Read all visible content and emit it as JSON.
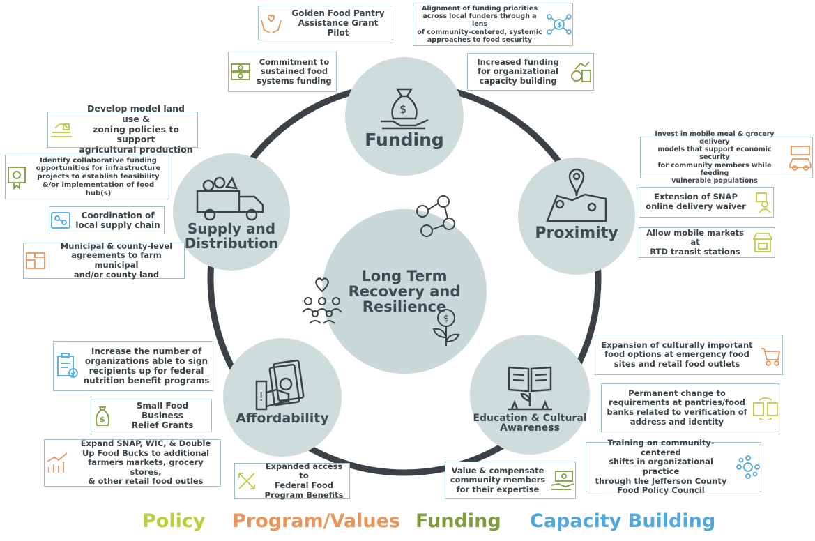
{
  "center": {
    "lines": [
      "Long Term",
      "Recovery and",
      "Resilience"
    ]
  },
  "hubs": {
    "funding": "Funding",
    "supply": [
      "Supply and",
      "Distribution"
    ],
    "proximity": "Proximity",
    "affordability": "Affordability",
    "education": [
      "Education & Cultural",
      "Awareness"
    ]
  },
  "boxes": {
    "golden": [
      "Golden Food Pantry",
      "Assistance Grant Pilot"
    ],
    "alignment": [
      "Alignment of funding priorities",
      "across local funders through a lens",
      "of community-centered, systemic",
      "approaches to food security"
    ],
    "commitment": [
      "Commitment to",
      "sustained food",
      "systems funding"
    ],
    "increased_funding": [
      "Increased funding",
      "for organizational",
      "capacity building"
    ],
    "land_use": [
      "Develop model land use &",
      "zoning policies to support",
      "agricultural production"
    ],
    "collab": [
      "Identify collaborative funding",
      "opportunities for infrastructure",
      "projects to establish feasibility",
      "&/or implementation of food hub(s)"
    ],
    "coordination": [
      "Coordination of",
      "local supply chain"
    ],
    "municipal": [
      "Municipal & county-level",
      "agreements to farm municipal",
      "and/or county land"
    ],
    "mobile_meal": [
      "Invest in mobile meal & grocery delivery",
      "models that support economic security",
      "for community members while feeding",
      "vulnerable populations"
    ],
    "snap_waiver": [
      "Extension of SNAP",
      "online delivery waiver"
    ],
    "mobile_markets": [
      "Allow mobile markets at",
      "RTD transit stations"
    ],
    "orgs": [
      "Increase the number of",
      "organizations able to sign",
      "recipients up for federal",
      "nutrition benefit programs"
    ],
    "small_food": [
      "Small Food Business",
      "Relief Grants"
    ],
    "expand_snap": [
      "Expand SNAP, WIC, & Double",
      "Up Food Bucks to additional",
      "farmers markets, grocery stores,",
      "& other retail food outles"
    ],
    "expanded_access": [
      "Expanded access to",
      "Federal Food",
      "Program Benefits"
    ],
    "cultural": [
      "Expansion of culturally important",
      "food options at emergency food",
      "sites and retail food outlets"
    ],
    "permanent": [
      "Permanent change to",
      "requirements at pantries/food",
      "banks related to verification of",
      "address and identity"
    ],
    "training": [
      "Training on community-centered",
      "shifts in organizational practice",
      "through the Jefferson County",
      "Food Policy Council"
    ],
    "value": [
      "Value & compensate",
      "community members",
      "for their expertise"
    ]
  },
  "legend": {
    "policy": "Policy",
    "program": "Program/Values",
    "funding": "Funding",
    "capacity": "Capacity Building"
  },
  "colors": {
    "policy": "#b5cf3b",
    "program": "#e8955a",
    "funding": "#7f9b3c",
    "capacity": "#4ea8dc",
    "ring": "#3b4146",
    "hub": "#cfdcdc"
  }
}
